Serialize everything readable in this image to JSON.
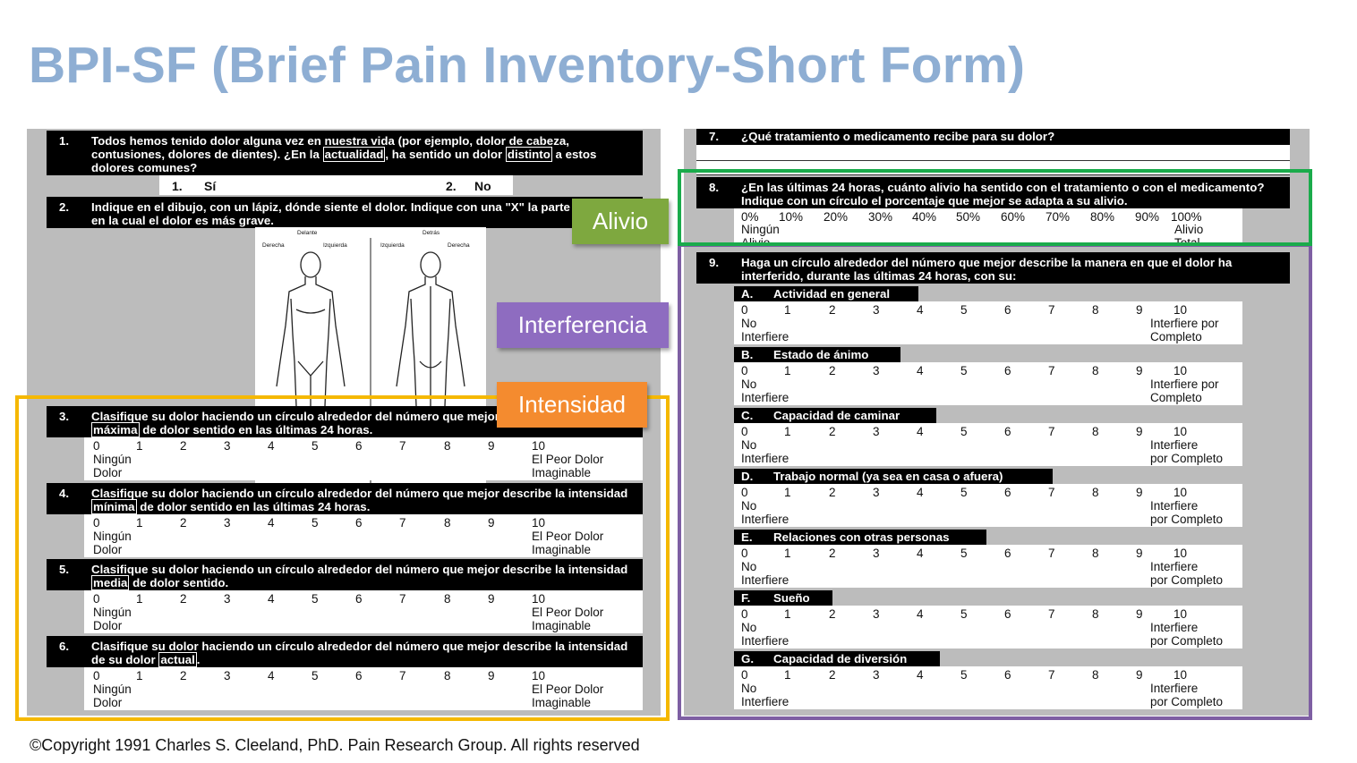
{
  "title": "BPI-SF (Brief Pain Inventory-Short Form)",
  "copyright": "©Copyright 1991 Charles S. Cleeland, PhD. Pain Research Group. All rights reserved",
  "colors": {
    "title": "#8eaed3",
    "alivio": "#1aab4b",
    "interferencia": "#7e5fa3",
    "intensidad": "#f5b800",
    "alivio_tag": "#7ea83f",
    "interferencia_tag": "#8e6cc0",
    "intensidad_tag": "#f48b2f"
  },
  "tags": {
    "alivio": "Alivio",
    "interferencia": "Interferencia",
    "intensidad": "Intensidad"
  },
  "scale": [
    "0",
    "1",
    "2",
    "3",
    "4",
    "5",
    "6",
    "7",
    "8",
    "9",
    "10"
  ],
  "left": {
    "q1": {
      "num": "1.",
      "a": "Todos hemos tenido dolor alguna vez en nuestra vida (por ejemplo, dolor de cabeza, contusiones, dolores de dientes). ¿En la ",
      "hl1": "actualidad",
      "b": ", ha sentido un dolor ",
      "hl2": "distinto",
      "c": " a estos dolores comunes?",
      "yes_num": "1.",
      "yes": "Sí",
      "no_num": "2.",
      "no": "No"
    },
    "q2": {
      "num": "2.",
      "text": "Indique en el dibujo, con un lápiz, dónde siente el dolor. Indique con una \"X\" la parte del cuerpo en la cual el dolor es más grave."
    },
    "body": {
      "front": "Delante",
      "back": "Detrás",
      "right": "Derecha",
      "left": "Izquierda"
    },
    "q3": {
      "num": "3.",
      "a": "Clasifique su dolor haciendo un círculo alrededor del número que mejor describe la intensidad ",
      "hl": "máxima",
      "b": " de dolor sentido en las últimas 24 horas."
    },
    "q4": {
      "num": "4.",
      "a": "Clasifique su dolor haciendo un círculo alrededor del número que mejor describe la intensidad ",
      "hl": "mínima",
      "b": " de dolor sentido en las últimas 24 horas."
    },
    "q5": {
      "num": "5.",
      "a": "Clasifique su dolor haciendo un círculo alrededor del número que mejor describe la intensidad ",
      "hl": "media",
      "b": " de dolor sentido."
    },
    "q6": {
      "num": "6.",
      "a": "Clasifique su dolor haciendo un círculo alrededor del número que mejor describe la intensidad de su dolor ",
      "hl": "actual",
      "b": "."
    },
    "anchor_low": "Ningún\nDolor",
    "anchor_high": "El Peor Dolor\nImaginable"
  },
  "right": {
    "q7": {
      "num": "7.",
      "text": "¿Qué tratamiento o medicamento recibe para su dolor?"
    },
    "q8": {
      "num": "8.",
      "text": "¿En las últimas 24 horas, cuánto alivio ha sentido con el tratamiento o con el medicamento? Indique con un círculo el porcentaje que mejor se adapta a su alivio.",
      "percents": [
        "0%",
        "10%",
        "20%",
        "30%",
        "40%",
        "50%",
        "60%",
        "70%",
        "80%",
        "90%",
        "100%"
      ],
      "low": "Ningún\nAlivio",
      "high": "Alivio\nTotal"
    },
    "q9": {
      "num": "9.",
      "text": "Haga un círculo alrededor del número que mejor describe la manera en que el dolor ha interferido, durante las últimas 24 horas, con su:"
    },
    "sub": [
      {
        "letter": "A.",
        "label": "Actividad en general",
        "low": "No\nInterfiere",
        "high": "Interfiere por\nCompleto"
      },
      {
        "letter": "B.",
        "label": "Estado de ánimo",
        "low": "No\nInterfiere",
        "high": "Interfiere por\nCompleto"
      },
      {
        "letter": "C.",
        "label": "Capacidad de caminar",
        "low": "No\nInterfiere",
        "high": "Interfiere\npor Completo"
      },
      {
        "letter": "D.",
        "label": "Trabajo normal (ya sea en casa o afuera)",
        "low": "No\nInterfiere",
        "high": "Interfiere\npor Completo"
      },
      {
        "letter": "E.",
        "label": "Relaciones con otras personas",
        "low": "No\nInterfiere",
        "high": "Interfiere\npor Completo"
      },
      {
        "letter": "F.",
        "label": "Sueño",
        "low": "No\nInterfiere",
        "high": "Interfiere\npor Completo"
      },
      {
        "letter": "G.",
        "label": "Capacidad de diversión",
        "low": "No\nInterfiere",
        "high": "Interfiere\npor Completo"
      }
    ]
  }
}
